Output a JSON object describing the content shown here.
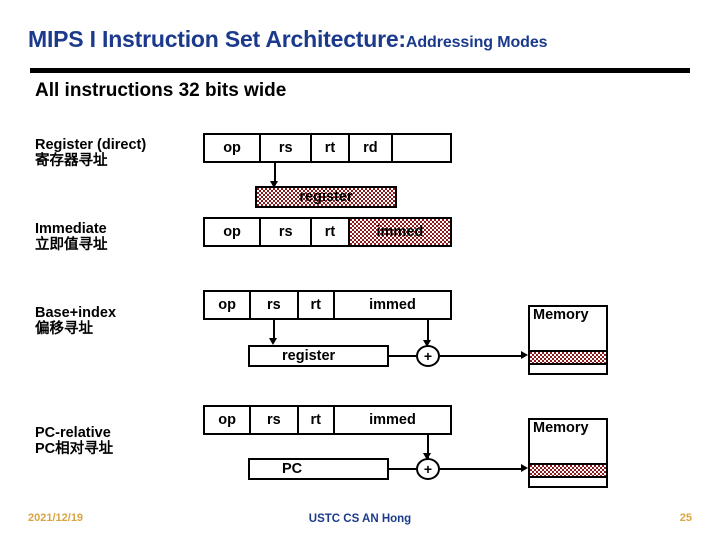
{
  "header": {
    "title_main": "MIPS I Instruction Set Architecture:",
    "title_sub": "Addressing Modes",
    "subheading": "All instructions 32 bits wide"
  },
  "modes": [
    {
      "id": "register-direct",
      "label_en": "Register (direct)",
      "label_zh": "寄存器寻址",
      "fields": [
        "op",
        "rs",
        "rt",
        "rd",
        ""
      ],
      "target_box": "register"
    },
    {
      "id": "immediate",
      "label_en": "Immediate",
      "label_zh": "立即值寻址",
      "fields": [
        "op",
        "rs",
        "rt",
        "immed"
      ],
      "target_box": ""
    },
    {
      "id": "base-index",
      "label_en": "Base+index",
      "label_zh": "偏移寻址",
      "fields": [
        "op",
        "rs",
        "rt",
        "immed"
      ],
      "target_box": "register",
      "adder": "+",
      "memory_label": "Memory"
    },
    {
      "id": "pc-relative",
      "label_en": "PC-relative",
      "label_zh": "PC相对寻址",
      "fields": [
        "op",
        "rs",
        "rt",
        "immed"
      ],
      "target_box": "PC",
      "adder": "+",
      "memory_label": "Memory"
    }
  ],
  "footer": {
    "date": "2021/12/19",
    "center": "USTC CS AN Hong",
    "page": "25"
  },
  "colors": {
    "title": "#1b3a8c",
    "highlight": "#8c1a1a",
    "footer_accent": "#d9a441",
    "line": "#000000"
  }
}
